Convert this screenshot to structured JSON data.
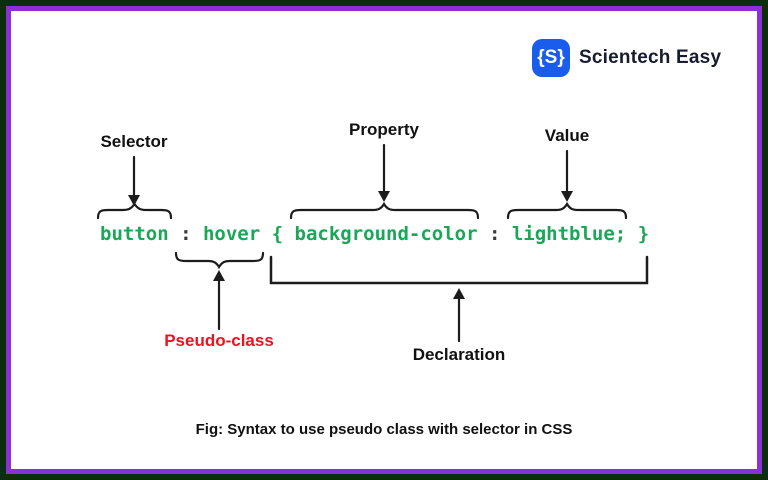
{
  "brand": {
    "logo_glyph": "{S}",
    "name": "Scientech Easy"
  },
  "annotations": {
    "selector": "Selector",
    "property": "Property",
    "value": "Value",
    "pseudo_class": "Pseudo-class",
    "declaration": "Declaration"
  },
  "code": {
    "tokens": [
      {
        "text": "button"
      },
      {
        "text": " : "
      },
      {
        "text": "hover"
      },
      {
        "text": " { "
      },
      {
        "text": "background-color"
      },
      {
        "text": " : "
      },
      {
        "text": "lightblue;"
      },
      {
        "text": " }"
      }
    ]
  },
  "caption": "Fig: Syntax to use pseudo class with selector in CSS",
  "colors": {
    "code_green": "#1aa757",
    "label_red": "#ec1220",
    "frame_purple": "#8b2fd6",
    "frame_dark_green": "#0b2e0c",
    "logo_blue": "#1a5ceb",
    "ink": "#1c1c1c"
  }
}
